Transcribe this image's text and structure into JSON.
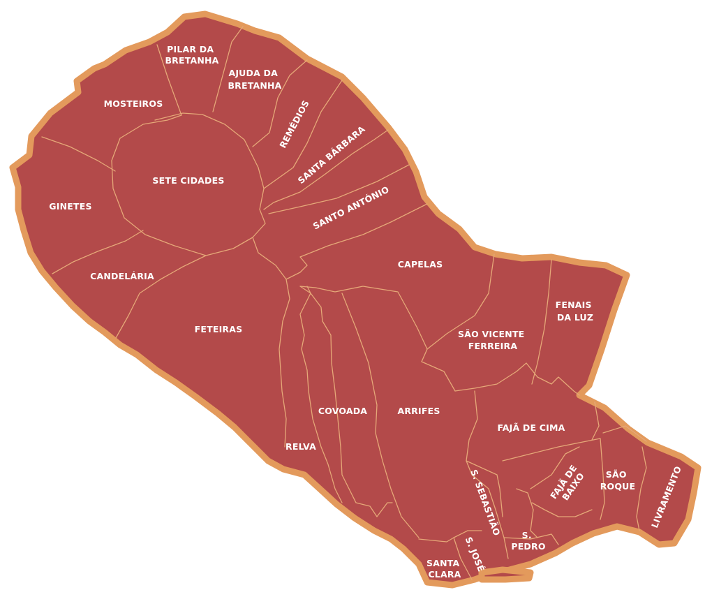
{
  "map": {
    "fill_color": "#b34a4a",
    "coast_color": "#e39a5c",
    "border_color": "#e5a878",
    "label_color": "#ffffff",
    "parishes": {
      "pilar_da_bretanha": [
        "PILAR DA",
        "BRETANHA"
      ],
      "ajuda_da_bretanha": [
        "AJUDA DA",
        "BRETANHA"
      ],
      "mosteiros": [
        "MOSTEIROS"
      ],
      "remedios": [
        "REMÉDIOS"
      ],
      "santa_barbara": [
        "SANTA BÁRBARA"
      ],
      "sete_cidades": [
        "SETE CIDADES"
      ],
      "ginetes": [
        "GINETES"
      ],
      "santo_antonio": [
        "SANTO ANTÓNIO"
      ],
      "candelaria": [
        "CANDELÁRIA"
      ],
      "capelas": [
        "CAPELAS"
      ],
      "feteiras": [
        "FETEIRAS"
      ],
      "fenais_da_luz": [
        "FENAIS",
        "DA LUZ"
      ],
      "sao_vicente_ferreira": [
        "SÃO VICENTE",
        "FERREIRA"
      ],
      "covoada": [
        "COVOADA"
      ],
      "arrifes": [
        "ARRIFES"
      ],
      "faja_de_cima": [
        "FAJÃ DE CIMA"
      ],
      "relva": [
        "RELVA"
      ],
      "sao_roque": [
        "SÃO",
        "ROQUE"
      ],
      "faja_de_baixo": [
        "FAJÃ DE",
        "BAIXO"
      ],
      "livramento": [
        "LIVRAMENTO"
      ],
      "s_sebastiao": [
        "S. SEBASTIÃO"
      ],
      "s_pedro": [
        "S.",
        "PEDRO"
      ],
      "s_jose": [
        "S. JOSÉ"
      ],
      "santa_clara": [
        "SANTA",
        "CLARA"
      ]
    }
  }
}
